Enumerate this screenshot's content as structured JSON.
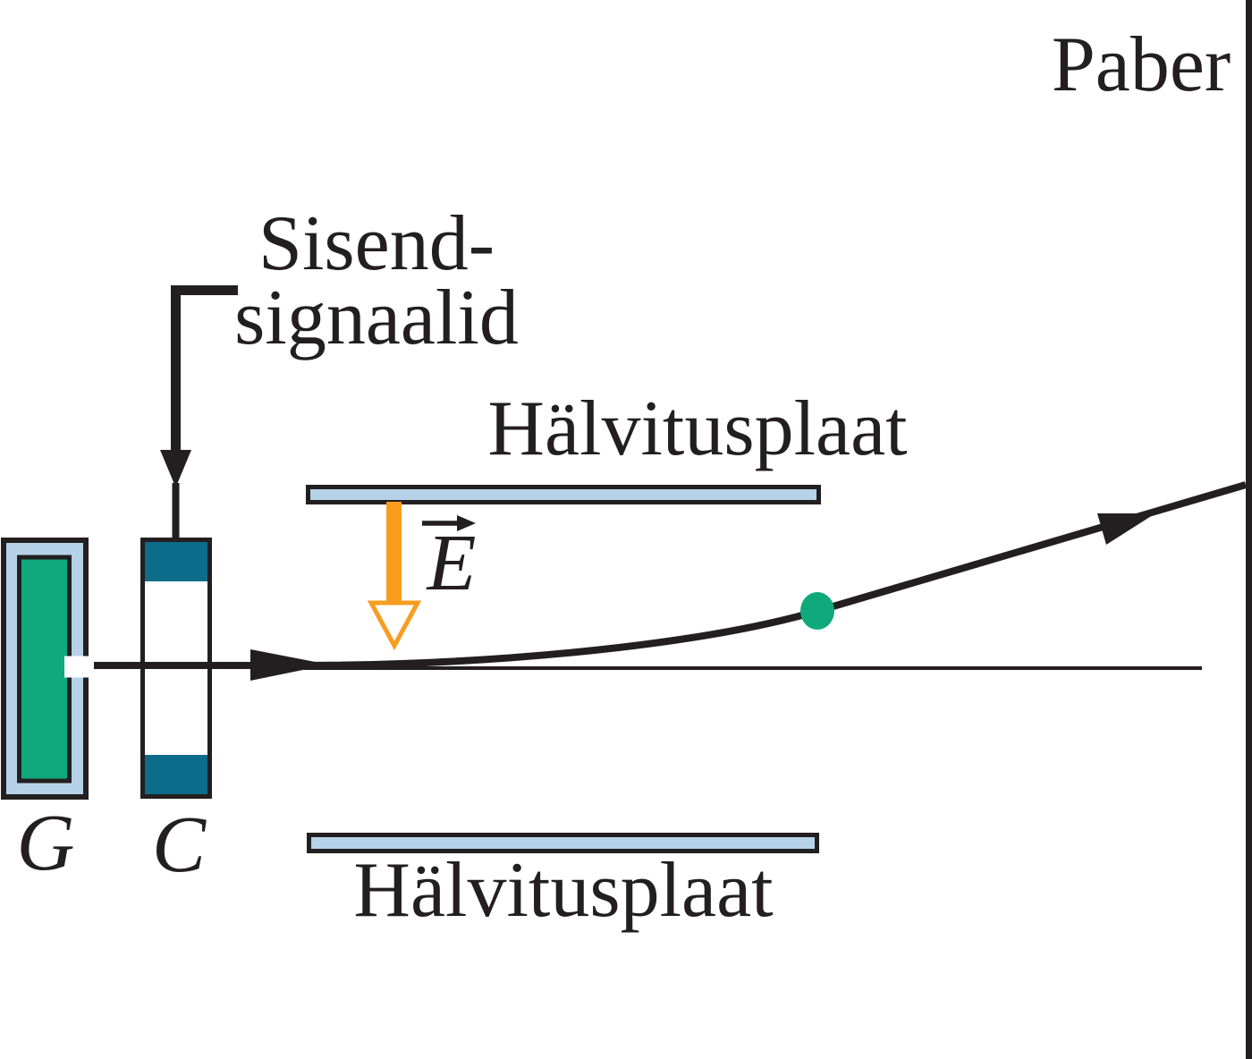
{
  "diagram": {
    "screen_label": "Paber",
    "input_label_line1": "Sisend-",
    "input_label_line2": "signaalid",
    "top_plate_label": "Hälvitusplaat",
    "bottom_plate_label": "Hälvitusplaat",
    "electron_gun_label": "G",
    "control_electrode_label": "C",
    "field_label": "E"
  },
  "colors": {
    "plate_fill": "#b5d2e8",
    "teal": "#0c6c8a",
    "green": "#0fa97c",
    "orange": "#f79d1f",
    "line": "#231f20",
    "white": "#ffffff"
  }
}
